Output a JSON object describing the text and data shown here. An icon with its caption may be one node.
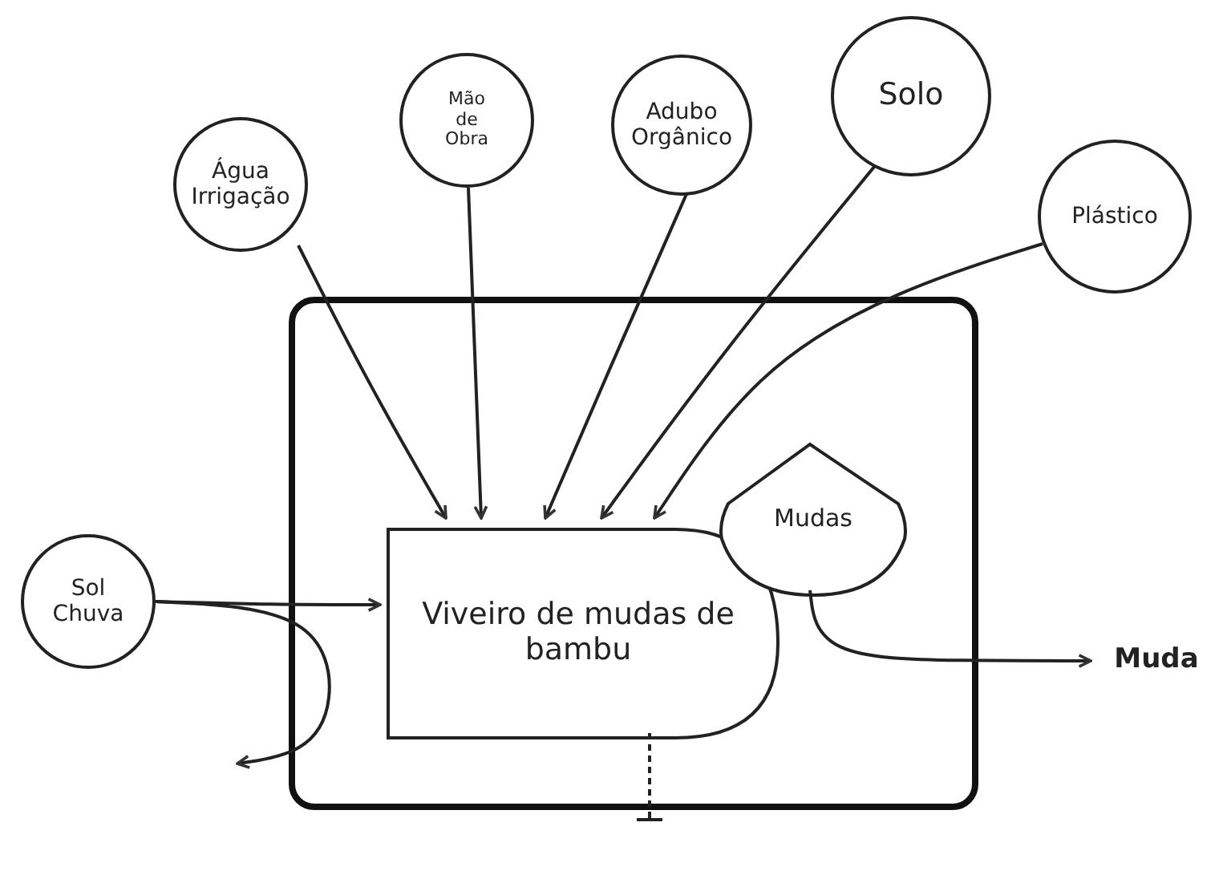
{
  "diagram": {
    "nodes": [
      {
        "text": [],
        "shape": "box"
      },
      {
        "text": [
          "Água Irrigação"
        ]
      },
      {
        "text": [
          "Mão de Obra"
        ]
      },
      {
        "text": [
          "Adubo Orgânico"
        ]
      },
      {
        "text": [
          "Solo"
        ]
      },
      {
        "text": [
          "Plástico"
        ]
      },
      {
        "text": [
          "Sol Chuva"
        ]
      },
      {
        "text": [
          "Viveiro de mudas de bambu"
        ],
        "in": 0
      },
      {
        "text": [
          "Mudas"
        ],
        "in": 0
      },
      {
        "text": [
          "Muda"
        ]
      },
      {
        "text": [],
        "shape": "ground"
      }
    ],
    "edges": [
      {
        "from": 1,
        "to": 7,
        "arrow": "to"
      },
      {
        "from": 2,
        "to": 7,
        "arrow": "to"
      },
      {
        "from": 3,
        "to": 7,
        "arrow": "to"
      },
      {
        "from": 4,
        "to": 7,
        "arrow": "to"
      },
      {
        "from": 5,
        "to": 7,
        "arrow": "to"
      },
      {
        "from": 6,
        "to": 7,
        "arrow": "to"
      },
      {
        "from": 6,
        "to": null,
        "arrow": "to"
      },
      {
        "from": 8,
        "to": 9,
        "arrow": "to"
      },
      {
        "from": 7,
        "to": 10,
        "arrow": "none",
        "style": "dashed"
      }
    ]
  }
}
